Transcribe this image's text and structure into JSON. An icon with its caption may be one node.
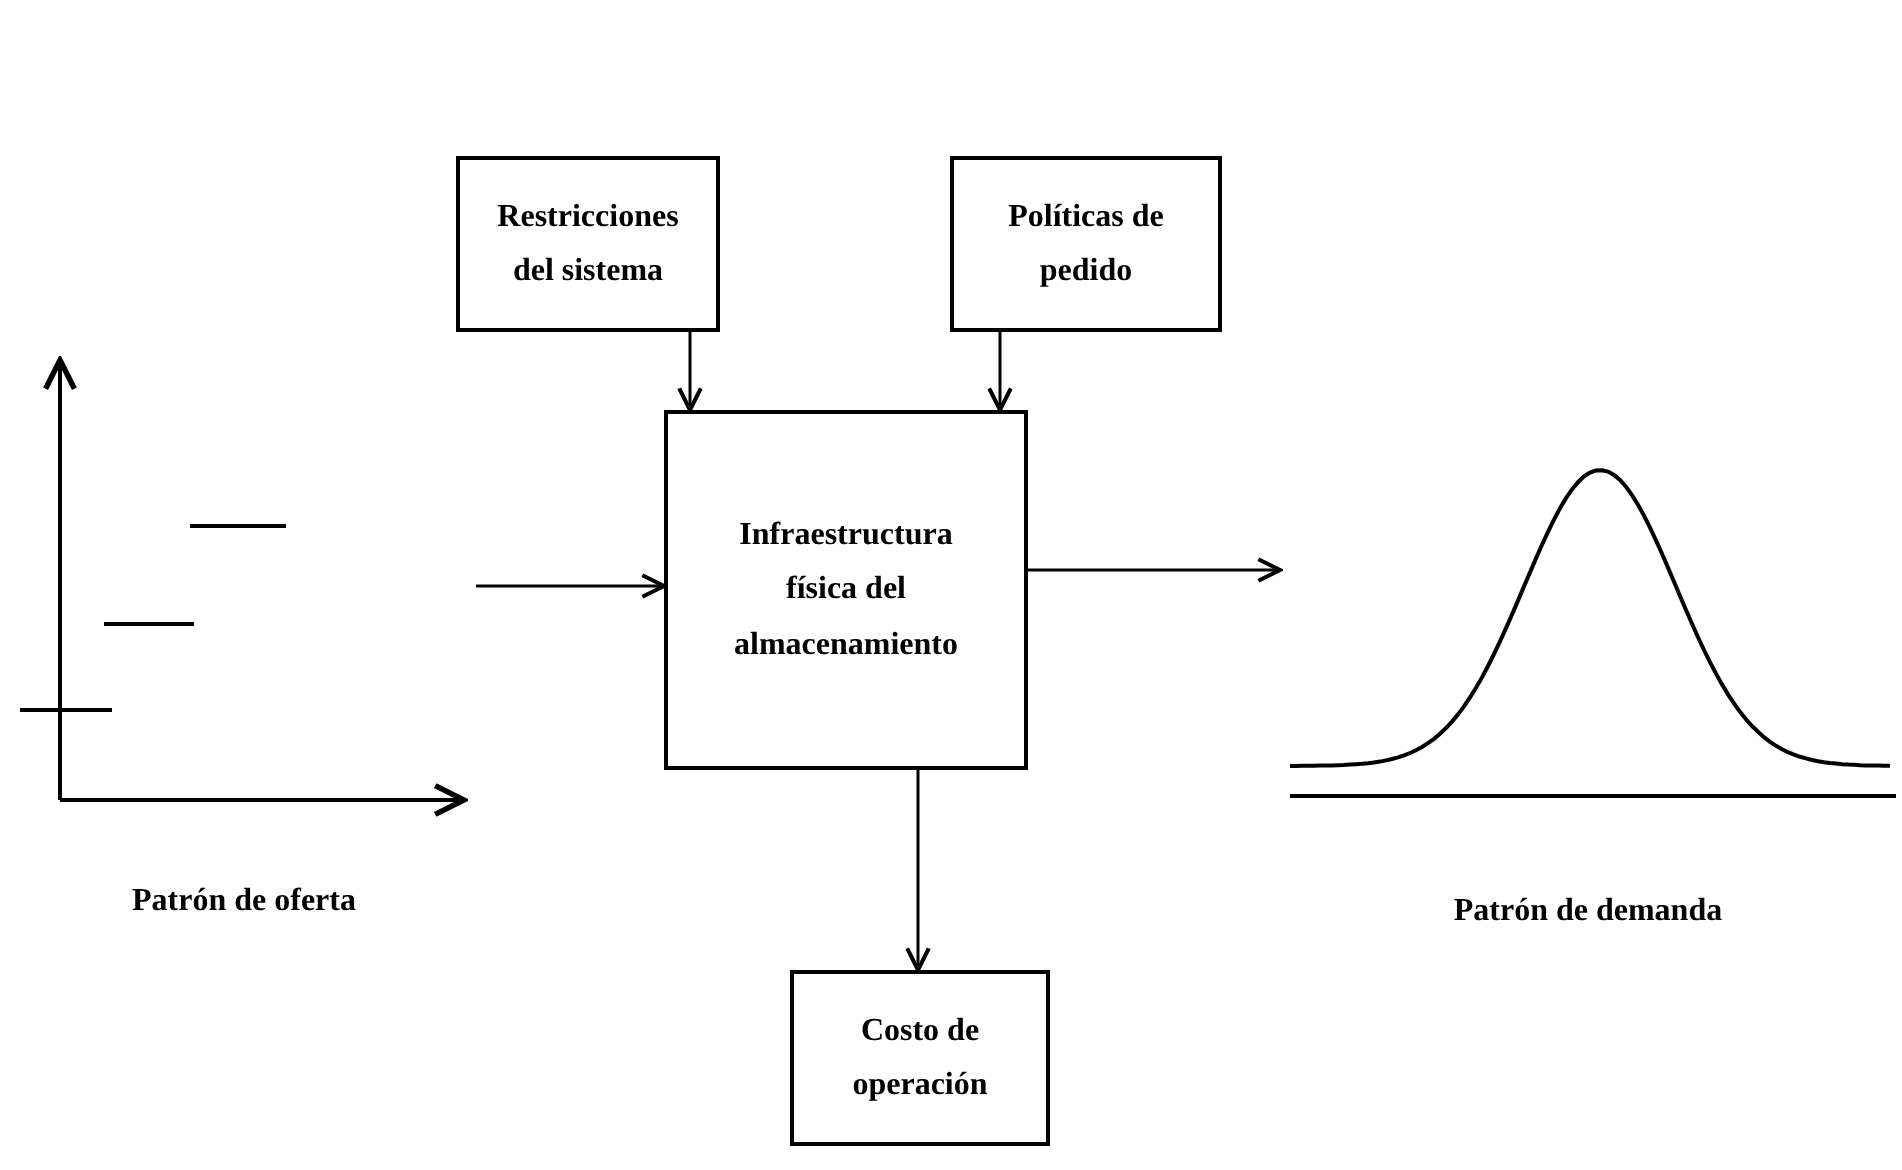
{
  "diagram": {
    "nodes": [
      {
        "text": [
          "Restricciones del sistema"
        ]
      },
      {
        "text": [
          "Políticas de pedido"
        ]
      },
      {
        "text": [
          "Patrón de oferta"
        ]
      },
      {
        "text": [
          "Infraestructura física del almacenamiento"
        ]
      },
      {
        "text": [
          "Patrón de demanda"
        ]
      },
      {
        "text": [
          "Costo de operación"
        ]
      }
    ],
    "edges": [
      {
        "from": 0,
        "to": 3,
        "arrow": "to"
      },
      {
        "from": 1,
        "to": 3,
        "arrow": "to"
      },
      {
        "from": 2,
        "to": 3,
        "arrow": "to"
      },
      {
        "from": 3,
        "to": 4,
        "arrow": "to"
      },
      {
        "from": 3,
        "to": 5,
        "arrow": "to"
      }
    ]
  }
}
